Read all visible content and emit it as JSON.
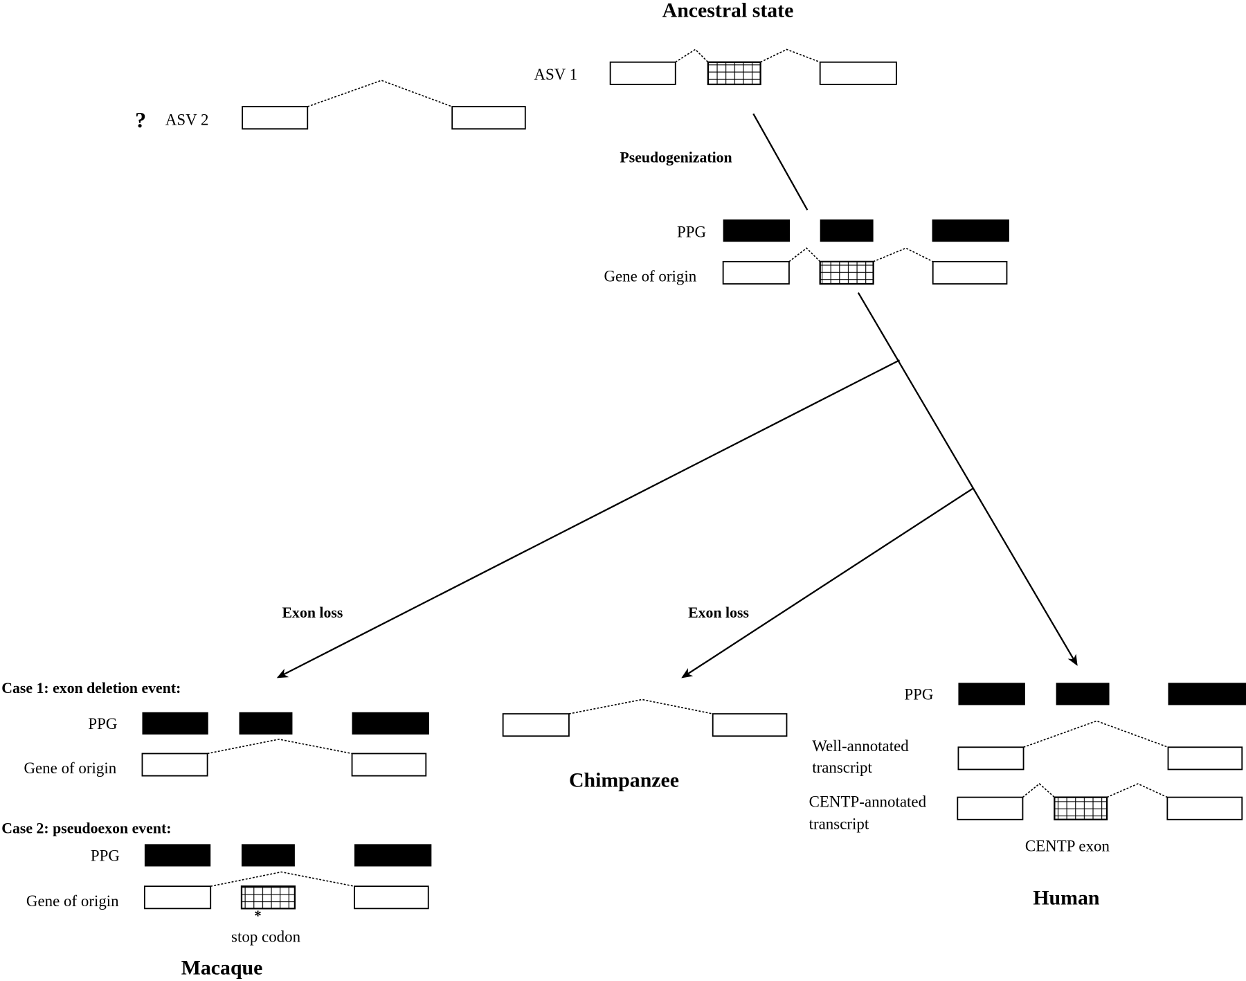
{
  "title": "Ancestral state",
  "asv1": "ASV 1",
  "asv2": "ASV 2",
  "question": "?",
  "pseudogenization": "Pseudogenization",
  "ppg": "PPG",
  "gene_of_origin": "Gene of origin",
  "exon_loss": "Exon loss",
  "macaque": {
    "case1": "Case 1: exon deletion event:",
    "case2": "Case 2: pseudoexon event:",
    "stop_star": "*",
    "stop_codon": "stop codon",
    "label": "Macaque"
  },
  "chimpanzee": {
    "label": "Chimpanzee"
  },
  "human": {
    "well_1": "Well-annotated",
    "well_2": "transcript",
    "centp_1": "CENTP-annotated",
    "centp_2": "transcript",
    "centp_exon": "CENTP exon",
    "label": "Human"
  }
}
